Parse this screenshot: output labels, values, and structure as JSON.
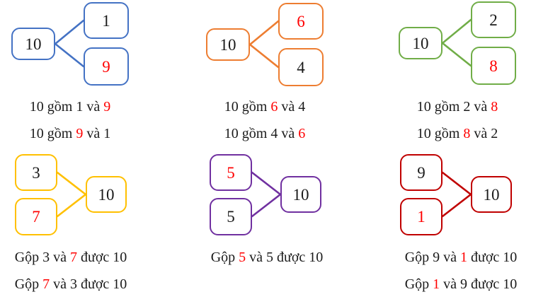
{
  "palette": {
    "group1": "#4472C4",
    "group2": "#ED7D31",
    "group3": "#70AD47",
    "group4": "#FFC000",
    "group5": "#7030A0",
    "group6": "#C00000",
    "highlight": "#FF0000",
    "text": "#1a1a1a"
  },
  "groups": [
    {
      "name": "split-1-9",
      "type": "split",
      "color": "#4472C4",
      "whole": "10",
      "parts": [
        {
          "value": "1",
          "cls": "num"
        },
        {
          "value": "9",
          "cls": "num red"
        }
      ],
      "captions": [
        {
          "pre": "10 gồm 1 và ",
          "red": "9",
          "post": ""
        },
        {
          "pre": "10 gồm ",
          "red": "9",
          "post": " và 1"
        }
      ]
    },
    {
      "name": "split-6-4",
      "type": "split",
      "color": "#ED7D31",
      "whole": "10",
      "parts": [
        {
          "value": "6",
          "cls": "num red"
        },
        {
          "value": "4",
          "cls": "num"
        }
      ],
      "captions": [
        {
          "pre": "10 gồm ",
          "red": "6",
          "post": " và 4"
        },
        {
          "pre": "10 gồm 4 và ",
          "red": "6",
          "post": ""
        }
      ]
    },
    {
      "name": "split-2-8",
      "type": "split",
      "color": "#70AD47",
      "whole": "10",
      "parts": [
        {
          "value": "2",
          "cls": "num"
        },
        {
          "value": "8",
          "cls": "num red"
        }
      ],
      "captions": [
        {
          "pre": "10 gồm 2 và ",
          "red": "8",
          "post": ""
        },
        {
          "pre": "10 gồm ",
          "red": "8",
          "post": " và 2"
        }
      ]
    },
    {
      "name": "merge-3-7",
      "type": "merge",
      "color": "#FFC000",
      "whole": "10",
      "parts": [
        {
          "value": "3",
          "cls": "num"
        },
        {
          "value": "7",
          "cls": "num red"
        }
      ],
      "captions": [
        {
          "pre": "Gộp 3 và ",
          "red": "7",
          "post": " được 10"
        },
        {
          "pre": "Gộp ",
          "red": "7",
          "post": " và 3 được 10"
        }
      ]
    },
    {
      "name": "merge-5-5",
      "type": "merge",
      "color": "#7030A0",
      "whole": "10",
      "parts": [
        {
          "value": "5",
          "cls": "num red"
        },
        {
          "value": "5",
          "cls": "num"
        }
      ],
      "captions": [
        {
          "pre": "Gộp ",
          "red": "5",
          "post": " và 5 được 10"
        }
      ]
    },
    {
      "name": "merge-9-1",
      "type": "merge",
      "color": "#C00000",
      "whole": "10",
      "parts": [
        {
          "value": "9",
          "cls": "num"
        },
        {
          "value": "1",
          "cls": "num red"
        }
      ],
      "captions": [
        {
          "pre": "Gộp 9 và ",
          "red": "1",
          "post": " được 10"
        },
        {
          "pre": "Gộp ",
          "red": "1",
          "post": " và 9 được 10"
        }
      ]
    }
  ]
}
